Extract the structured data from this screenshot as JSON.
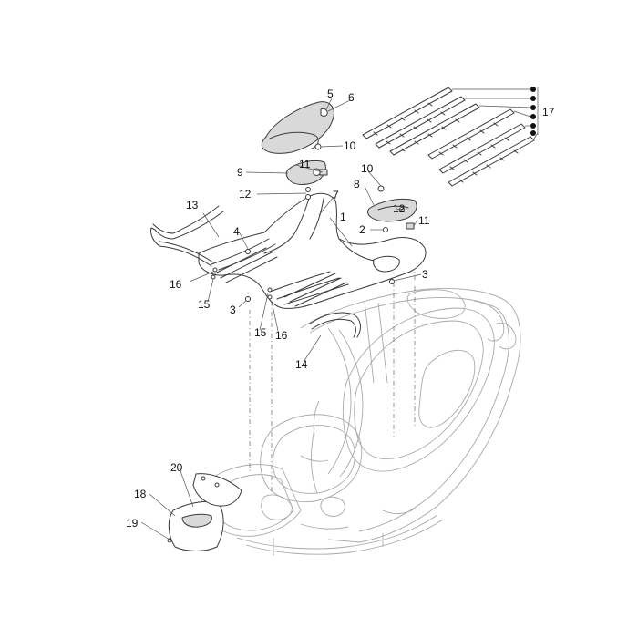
{
  "diagram": {
    "labels": [
      {
        "id": "l5",
        "text": "5"
      },
      {
        "id": "l6",
        "text": "6"
      },
      {
        "id": "l17",
        "text": "17"
      },
      {
        "id": "l10a",
        "text": "10"
      },
      {
        "id": "l9",
        "text": "9"
      },
      {
        "id": "l11a",
        "text": "11"
      },
      {
        "id": "l10b",
        "text": "10"
      },
      {
        "id": "l12a",
        "text": "12"
      },
      {
        "id": "l13",
        "text": "13"
      },
      {
        "id": "l7",
        "text": "7"
      },
      {
        "id": "l8",
        "text": "8"
      },
      {
        "id": "l1",
        "text": "1"
      },
      {
        "id": "l12b",
        "text": "12"
      },
      {
        "id": "l4",
        "text": "4"
      },
      {
        "id": "l2",
        "text": "2"
      },
      {
        "id": "l11b",
        "text": "11"
      },
      {
        "id": "l3a",
        "text": "3"
      },
      {
        "id": "l16a",
        "text": "16"
      },
      {
        "id": "l15a",
        "text": "15"
      },
      {
        "id": "l3b",
        "text": "3"
      },
      {
        "id": "l15b",
        "text": "15"
      },
      {
        "id": "l16b",
        "text": "16"
      },
      {
        "id": "l14",
        "text": "14"
      },
      {
        "id": "l20",
        "text": "20"
      },
      {
        "id": "l18",
        "text": "18"
      },
      {
        "id": "l19",
        "text": "19"
      }
    ]
  }
}
